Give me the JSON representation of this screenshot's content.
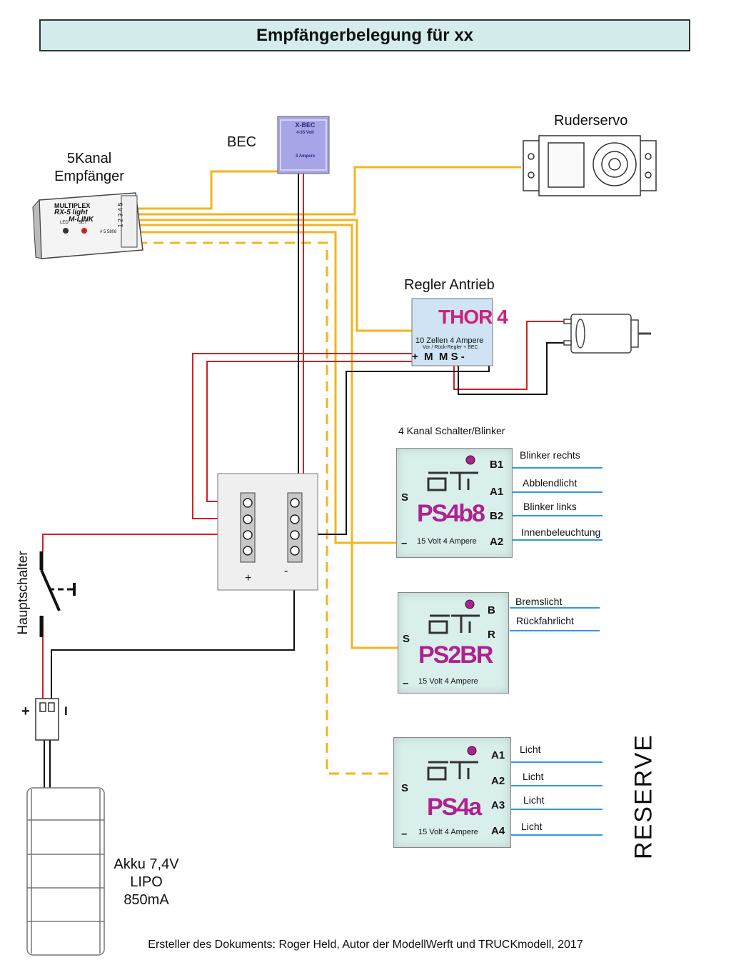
{
  "title": "Empfängerbelegung für xx",
  "components": {
    "receiver": {
      "label_line1": "5Kanal",
      "label_line2": "Empfänger",
      "brand": "MULTIPLEX",
      "model_line1": "RX-5 light",
      "model_line2": "M-LINK",
      "led_label": "LED",
      "set_label": "SET",
      "part_no": "# 5 5808",
      "channel_digits": "1 2 3 4 5"
    },
    "bec": {
      "label": "BEC",
      "name": "X-BEC",
      "spec1": "4-35 Volt",
      "spec2": "3 Ampere"
    },
    "servo": {
      "label": "Ruderservo"
    },
    "esc": {
      "label": "Regler Antrieb",
      "name": "THOR 4",
      "spec1": "10 Zellen  4 Ampere",
      "spec2": "Vor / Rück-Regler + BEC",
      "pins": "+  M  M S -"
    },
    "distributor": {
      "plus_label": "+",
      "minus_label": "-"
    },
    "main_switch": {
      "label": "Hauptschalter"
    },
    "connector": {
      "plus_label": "+",
      "minus_label": "I"
    },
    "battery": {
      "label_line1": "Akku 7,4V",
      "label_line2": "LIPO",
      "label_line3": "850mA"
    }
  },
  "ps4b8": {
    "heading": "4 Kanal Schalter/Blinker",
    "name": "PS4b8",
    "spec": "15 Volt  4 Ampere",
    "s_label": "S",
    "minus_label": "–",
    "pins": [
      "B1",
      "A1",
      "B2",
      "A2"
    ],
    "channels": [
      "Blinker rechts",
      "Abblendlicht",
      "Blinker links",
      "Innenbeleuchtung"
    ]
  },
  "ps2br": {
    "name": "PS2BR",
    "spec": "15 Volt  4 Ampere",
    "s_label": "S",
    "minus_label": "–",
    "pins": [
      "B",
      "R"
    ],
    "channels": [
      "Bremslicht",
      "Rückfahrlicht"
    ]
  },
  "ps4a": {
    "name": "PS4a",
    "spec": "15 Volt  4 Ampere",
    "s_label": "S",
    "minus_label": "–",
    "pins": [
      "A1",
      "A2",
      "A3",
      "A4"
    ],
    "channels": [
      "Licht",
      "Licht",
      "Licht",
      "Licht"
    ]
  },
  "reserve_label": "RESERVE",
  "footer": "Ersteller des Dokuments: Roger Held, Autor der ModellWerft und TRUCKmodell, 2017",
  "colors": {
    "signal_wire": "#f2b51f",
    "plus_wire": "#d42020",
    "minus_wire": "#111111",
    "channel_line": "#3399dd",
    "title_bg": "#d4ecec",
    "module_bg": "#d9efec",
    "module_name": "#b0208f",
    "bec_bg": "#a8a4e8"
  }
}
